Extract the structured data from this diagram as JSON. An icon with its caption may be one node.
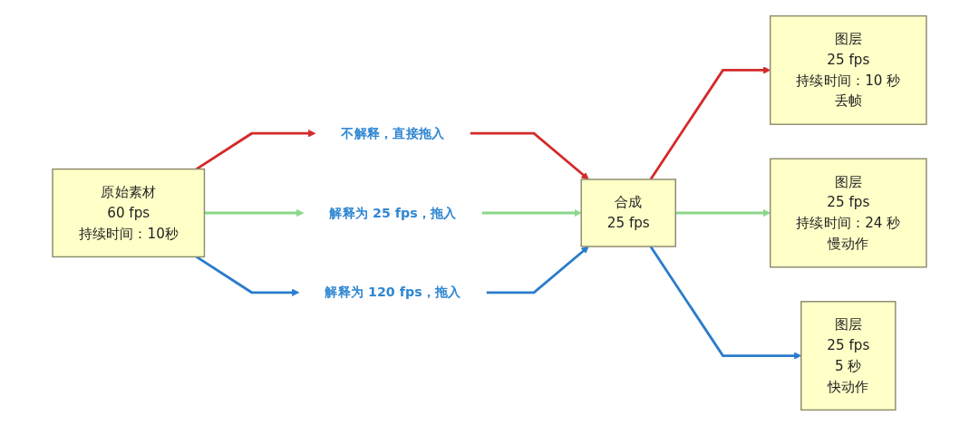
{
  "diagram": {
    "nodes": [
      {
        "text": [
          "原始素材",
          "60 fps",
          "持续时间：10秒"
        ]
      },
      {
        "text": [
          "不解释，直接拖入"
        ]
      },
      {
        "text": [
          "解释为 25 fps，拖入"
        ]
      },
      {
        "text": [
          "解释为 120 fps，拖入"
        ]
      },
      {
        "text": [
          "合成",
          "25 fps"
        ]
      },
      {
        "text": [
          "图层",
          "25 fps",
          "持续时间：10 秒",
          "丢帧"
        ]
      },
      {
        "text": [
          "图层",
          "25 fps",
          "持续时间：24 秒",
          "慢动作"
        ]
      },
      {
        "text": [
          "图层",
          "25 fps",
          "5 秒",
          "快动作"
        ]
      }
    ],
    "edges": [
      {
        "from": 0,
        "to": 1,
        "arrow": "to",
        "color": "#d42a2a"
      },
      {
        "from": 1,
        "to": 4,
        "arrow": "to",
        "color": "#d42a2a"
      },
      {
        "from": 0,
        "to": 2,
        "arrow": "to",
        "color": "#8ad88a"
      },
      {
        "from": 2,
        "to": 4,
        "arrow": "to",
        "color": "#8ad88a"
      },
      {
        "from": 0,
        "to": 3,
        "arrow": "to",
        "color": "#2a7ccc"
      },
      {
        "from": 3,
        "to": 4,
        "arrow": "to",
        "color": "#2a7ccc"
      },
      {
        "from": 4,
        "to": 5,
        "arrow": "to",
        "color": "#d42a2a"
      },
      {
        "from": 4,
        "to": 6,
        "arrow": "to",
        "color": "#8ad88a"
      },
      {
        "from": 4,
        "to": 7,
        "arrow": "to",
        "color": "#2a7ccc"
      }
    ]
  }
}
